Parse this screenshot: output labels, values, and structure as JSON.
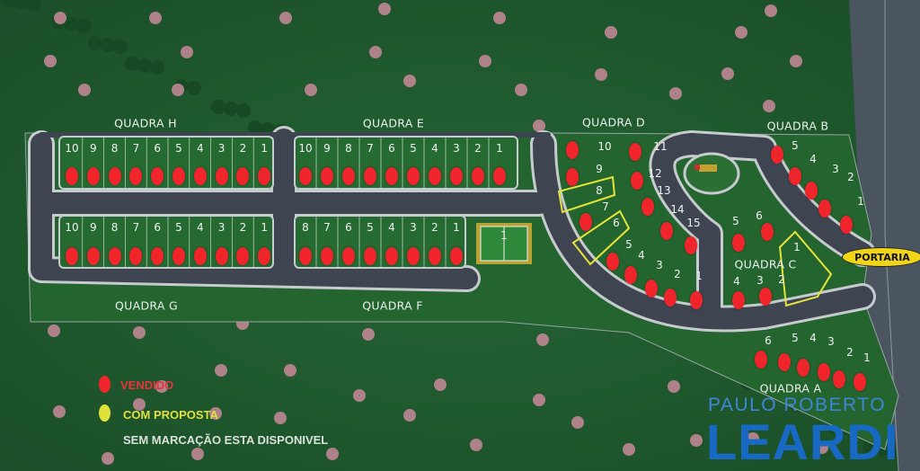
{
  "colors": {
    "sold": "#f0252b",
    "proposal": "#e4e43a",
    "grass": "#1f5a2e",
    "road": "#3e4550",
    "curb": "#c7cbcf"
  },
  "quadras": [
    {
      "id": "H",
      "label": "QUADRA H",
      "lots": [
        {
          "n": "10",
          "s": "sold"
        },
        {
          "n": "9",
          "s": "sold"
        },
        {
          "n": "8",
          "s": "sold"
        },
        {
          "n": "7",
          "s": "sold"
        },
        {
          "n": "6",
          "s": "sold"
        },
        {
          "n": "5",
          "s": "sold"
        },
        {
          "n": "4",
          "s": "sold"
        },
        {
          "n": "3",
          "s": "sold"
        },
        {
          "n": "2",
          "s": "sold"
        },
        {
          "n": "1",
          "s": "sold"
        }
      ]
    },
    {
      "id": "E",
      "label": "QUADRA E",
      "lots": [
        {
          "n": "10",
          "s": "sold"
        },
        {
          "n": "9",
          "s": "sold"
        },
        {
          "n": "8",
          "s": "sold"
        },
        {
          "n": "7",
          "s": "sold"
        },
        {
          "n": "6",
          "s": "sold"
        },
        {
          "n": "5",
          "s": "sold"
        },
        {
          "n": "4",
          "s": "sold"
        },
        {
          "n": "3",
          "s": "sold"
        },
        {
          "n": "2",
          "s": "sold"
        },
        {
          "n": "1",
          "s": "sold"
        }
      ]
    },
    {
      "id": "G",
      "label": "QUADRA G",
      "lots": [
        {
          "n": "10",
          "s": "sold"
        },
        {
          "n": "9",
          "s": "sold"
        },
        {
          "n": "8",
          "s": "sold"
        },
        {
          "n": "7",
          "s": "sold"
        },
        {
          "n": "6",
          "s": "sold"
        },
        {
          "n": "5",
          "s": "sold"
        },
        {
          "n": "4",
          "s": "sold"
        },
        {
          "n": "3",
          "s": "sold"
        },
        {
          "n": "2",
          "s": "sold"
        },
        {
          "n": "1",
          "s": "sold"
        }
      ]
    },
    {
      "id": "F",
      "label": "QUADRA F",
      "lots": [
        {
          "n": "8",
          "s": "sold"
        },
        {
          "n": "7",
          "s": "sold"
        },
        {
          "n": "6",
          "s": "sold"
        },
        {
          "n": "5",
          "s": "sold"
        },
        {
          "n": "4",
          "s": "sold"
        },
        {
          "n": "3",
          "s": "sold"
        },
        {
          "n": "2",
          "s": "sold"
        },
        {
          "n": "1",
          "s": "sold"
        }
      ]
    },
    {
      "id": "D",
      "label": "QUADRA D",
      "lots": [
        {
          "n": "10",
          "s": "sold"
        },
        {
          "n": "11",
          "s": "sold"
        },
        {
          "n": "9",
          "s": "sold"
        },
        {
          "n": "12",
          "s": "sold"
        },
        {
          "n": "8",
          "s": "proposal"
        },
        {
          "n": "13",
          "s": "sold"
        },
        {
          "n": "7",
          "s": "sold"
        },
        {
          "n": "14",
          "s": "sold"
        },
        {
          "n": "6",
          "s": "proposal"
        },
        {
          "n": "15",
          "s": "sold"
        },
        {
          "n": "5",
          "s": "sold"
        },
        {
          "n": "4",
          "s": "sold"
        },
        {
          "n": "3",
          "s": "sold"
        },
        {
          "n": "2",
          "s": "sold"
        },
        {
          "n": "1",
          "s": "sold"
        }
      ]
    },
    {
      "id": "C",
      "label": "QUADRA C",
      "lots": [
        {
          "n": "5",
          "s": "sold"
        },
        {
          "n": "6",
          "s": "sold"
        },
        {
          "n": "1",
          "s": "proposal"
        },
        {
          "n": "4",
          "s": "sold"
        },
        {
          "n": "3",
          "s": "sold"
        },
        {
          "n": "2",
          "s": "proposal"
        }
      ]
    },
    {
      "id": "B",
      "label": "QUADRA B",
      "lots": [
        {
          "n": "5",
          "s": "sold"
        },
        {
          "n": "4",
          "s": "sold"
        },
        {
          "n": "3",
          "s": "sold"
        },
        {
          "n": "2",
          "s": "sold"
        },
        {
          "n": "1",
          "s": "sold"
        }
      ]
    },
    {
      "id": "A",
      "label": "QUADRA A",
      "lots": [
        {
          "n": "6",
          "s": "sold"
        },
        {
          "n": "5",
          "s": "sold"
        },
        {
          "n": "4",
          "s": "sold"
        },
        {
          "n": "3",
          "s": "sold"
        },
        {
          "n": "2",
          "s": "sold"
        },
        {
          "n": "1",
          "s": "sold"
        }
      ]
    }
  ],
  "field_label": "1",
  "portaria": "PORTARIA",
  "legend": {
    "sold": "VENDIDO",
    "proposal": "COM PROPOSTA",
    "available": "SEM MARCAÇÃO ESTA DISPONIVEL"
  },
  "logo": {
    "line1": "PAULO ROBERTO",
    "line2": "LEARDI"
  }
}
